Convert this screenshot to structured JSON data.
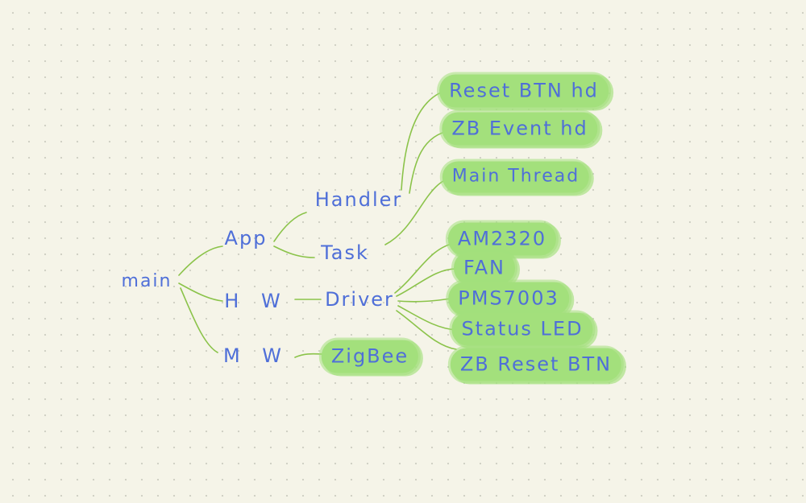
{
  "diagram": {
    "title": "",
    "colors": {
      "background": "#f5f4e8",
      "dot": "#cfcfc3",
      "ink": "#4f6fd8",
      "highlight": "#a3e07c",
      "line": "#8bc34a"
    },
    "nodes": {
      "root": "main",
      "app": "App",
      "hw": "H W",
      "mw": "M W",
      "handler": "Handler",
      "task": "Task",
      "driver": "Driver",
      "zigbee": "ZigBee",
      "reset_btn_hd": "Reset BTN hd",
      "zb_event_hd": "ZB Event hd",
      "main_thread": "Main Thread",
      "am2320": "AM2320",
      "fan": "FAN",
      "pms7003": "PMS7003",
      "status_led": "Status LED",
      "zb_reset_btn": "ZB Reset BTN"
    }
  }
}
